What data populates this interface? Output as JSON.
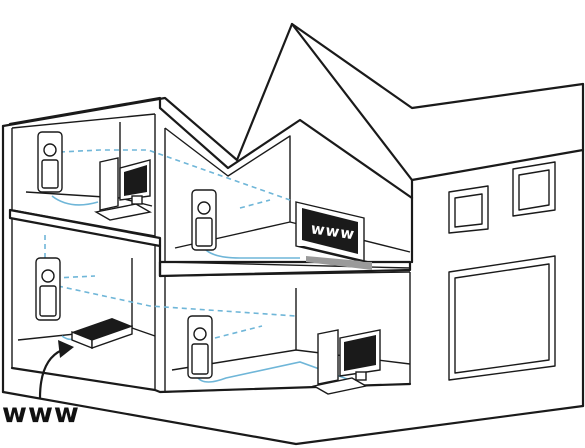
{
  "labels": {
    "internet": "www",
    "tv_screen": "www"
  },
  "colors": {
    "outline": "#1a1a1a",
    "powerline": "#6fb6d8",
    "background": "#ffffff"
  },
  "icons": [
    "house-outline",
    "powerline-adapter-icon",
    "desktop-computer-icon",
    "television-icon",
    "router-icon",
    "arrow-icon"
  ]
}
